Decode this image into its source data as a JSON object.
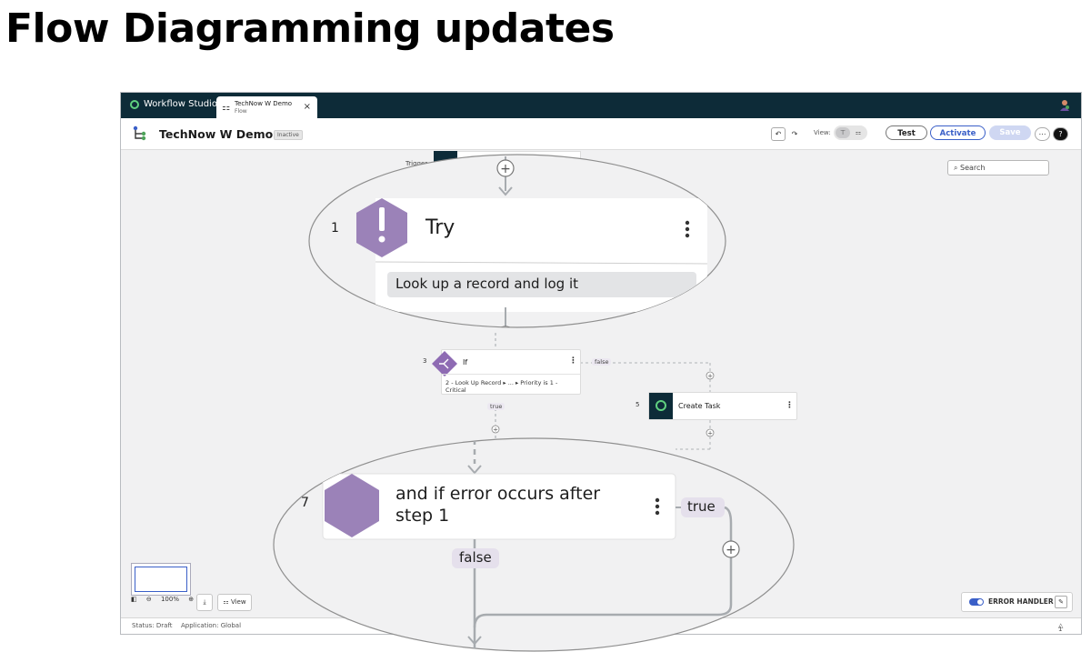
{
  "slide": {
    "title": "Flow Diagramming updates"
  },
  "app": {
    "brand": "Workflow Studio",
    "tab": {
      "title": "TechNow W Demo",
      "subtitle": "Flow"
    },
    "flow_name": "TechNow W Demo",
    "status": "Inactive",
    "view_label": "View:",
    "buttons": {
      "test": "Test",
      "activate": "Activate",
      "save": "Save"
    },
    "search_placeholder": "Search",
    "trigger_label": "Trigger"
  },
  "nodes": {
    "if": {
      "num": "3",
      "label": "If",
      "condition": "2 - Look Up Record ▸ ... ▸ Priority is 1 - Critical"
    },
    "create_task": {
      "num": "5",
      "label": "Create Task"
    },
    "false_badge": "false",
    "true_badge": "true"
  },
  "zoom_try": {
    "num": "1",
    "label": "Try",
    "sub": "Look up a record and log it"
  },
  "zoom_error": {
    "num": "7",
    "label_line1": "and if error occurs after",
    "label_line2": "step 1",
    "true_badge": "true",
    "false_badge": "false"
  },
  "bottom": {
    "zoom_level": "100%",
    "view_btn": "View",
    "error_handler": "ERROR HANDLER",
    "status_draft": "Status: Draft",
    "application": "Application: Global",
    "notifications": "1"
  },
  "colors": {
    "accent": "#3a5fc8",
    "hex": "#9b82b8",
    "topbar": "#0d2b38"
  }
}
